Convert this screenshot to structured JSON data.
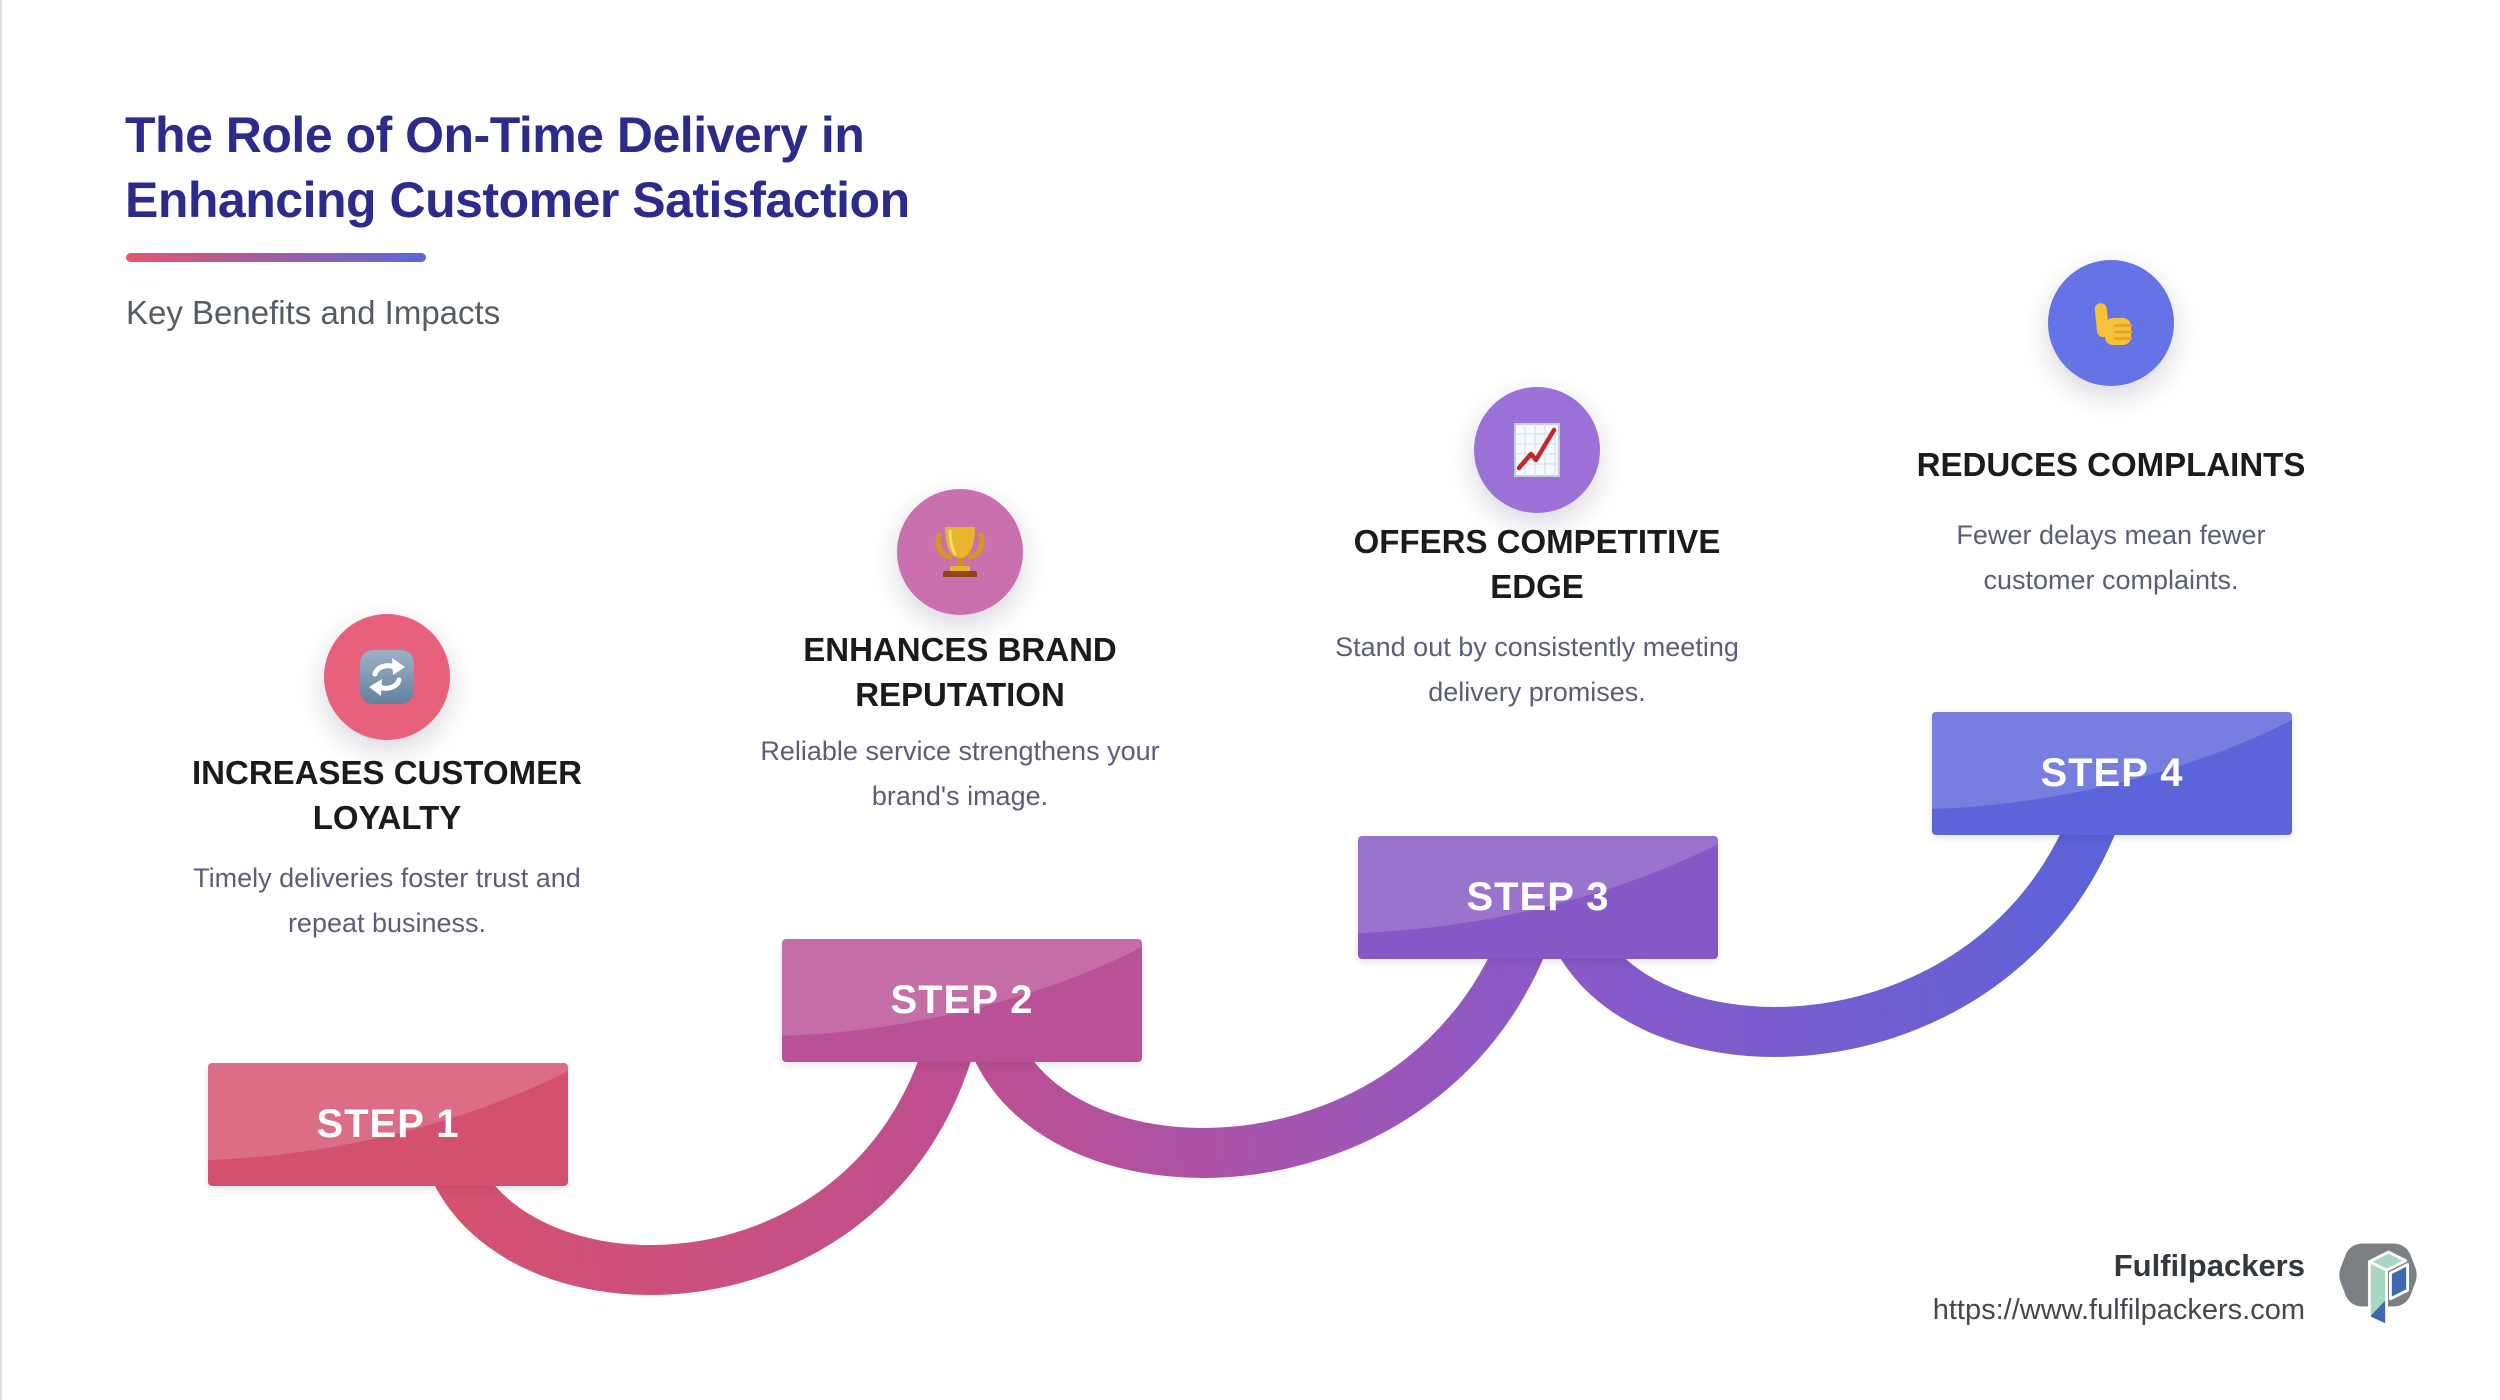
{
  "header": {
    "title_line1": "The Role of On-Time Delivery in",
    "title_line2": "Enhancing Customer Satisfaction",
    "subtitle": "Key Benefits and Impacts",
    "title_color": "#2c2a8a",
    "accent_from": "#e4566e",
    "accent_to": "#5a66d8"
  },
  "steps": [
    {
      "label": "STEP 1",
      "heading": "INCREASES CUSTOMER LOYALTY",
      "description": "Timely deliveries foster trust and repeat business.",
      "icon": "repeat-icon",
      "circle_color": "#e7617d",
      "box_color": "#d4506f"
    },
    {
      "label": "STEP 2",
      "heading": "ENHANCES BRAND REPUTATION",
      "description": "Reliable service strengthens your brand's image.",
      "icon": "trophy-icon",
      "circle_color": "#cb70ae",
      "box_color": "#ba5096"
    },
    {
      "label": "STEP 3",
      "heading": "OFFERS COMPETITIVE EDGE",
      "description": "Stand out by consistently meeting delivery promises.",
      "icon": "chart-increasing-icon",
      "circle_color": "#9b70d7",
      "box_color": "#8657c6"
    },
    {
      "label": "STEP 4",
      "heading": "REDUCES COMPLAINTS",
      "description": "Fewer delays mean fewer customer complaints.",
      "icon": "thumbs-up-icon",
      "circle_color": "#6673e7",
      "box_color": "#5b64d9"
    }
  ],
  "connectors": [
    {
      "from_color": "#d5516f",
      "to_color": "#bd4f92"
    },
    {
      "from_color": "#bd4f92",
      "to_color": "#8b59c8"
    },
    {
      "from_color": "#8b59c8",
      "to_color": "#5a63d8"
    }
  ],
  "footer": {
    "brand": "Fulfilpackers",
    "url": "https://www.fulfilpackers.com"
  }
}
